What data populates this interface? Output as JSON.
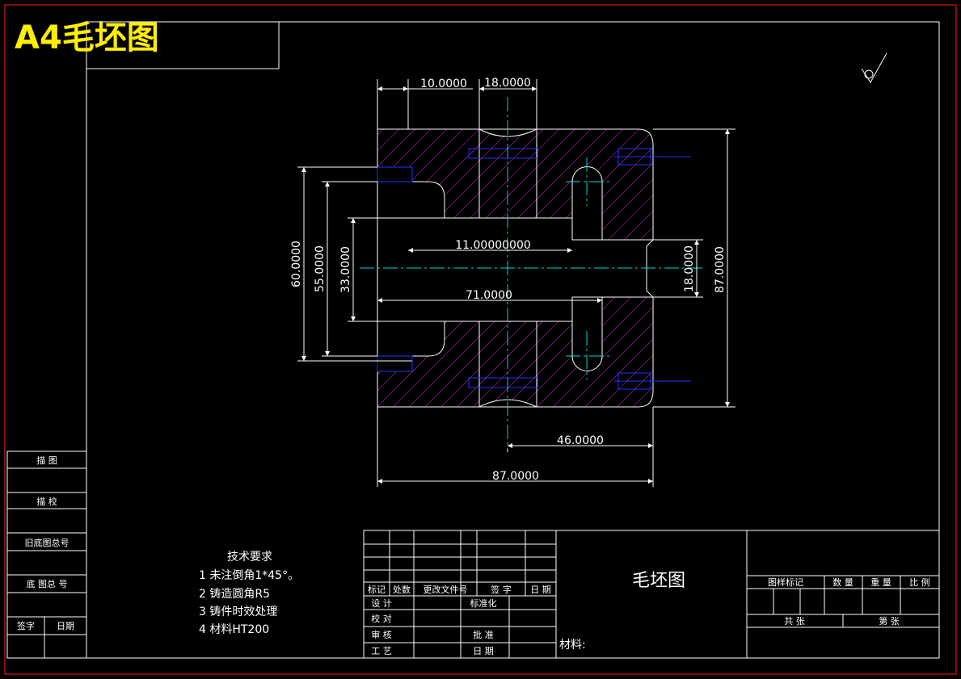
{
  "header": {
    "title": "A4毛坯图"
  },
  "colors": {
    "frame": "#ff2020",
    "line": "#ffffff",
    "hatch": "#cc33cc",
    "hidden": "#2233ff",
    "center": "#00d8d8",
    "title": "#ffee00"
  },
  "dimensions": {
    "top_left": "10.0000",
    "top_mid": "18.0000",
    "left_outer": "60.0000",
    "left_mid": "55.0000",
    "left_inner": "33.0000",
    "center_upper": "11.00000000",
    "center_lower": "71.0000",
    "right_small": "18.0000",
    "right_total": "87.0000",
    "bottom_mid": "46.0000",
    "bottom_total": "87.0000"
  },
  "left_strip": {
    "drawn": "描 图",
    "checked": "描 校",
    "old_total": "旧底图总号",
    "base_total": "底 图总 号",
    "signature": "签字",
    "date": "日期"
  },
  "tech": {
    "title": "技术要求",
    "items": [
      "1 未注倒角1*45°。",
      "2 铸造圆角R5",
      "3 铸件时效处理",
      "4 材料HT200"
    ]
  },
  "title_block": {
    "drawing_name": "毛坯图",
    "material_label": "材料:",
    "rev_headers": [
      "标记",
      "处数",
      "更改文件号",
      "签 字",
      "日 期"
    ],
    "roles": [
      "设 计",
      "校 对",
      "审 核",
      "工 艺"
    ],
    "roles2": [
      "标准化",
      "批 准",
      "日 期"
    ],
    "right_headers": [
      "图样标记",
      "数 量",
      "重 量",
      "比 例"
    ],
    "sheets_total": "共    张",
    "sheet_no": "第    张"
  }
}
